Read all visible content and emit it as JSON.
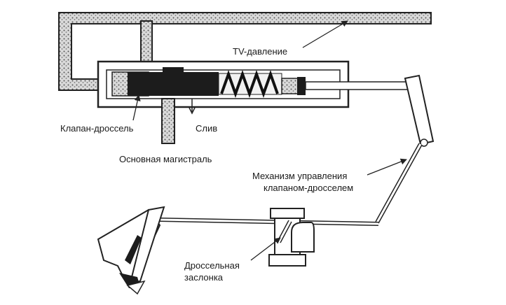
{
  "labels": {
    "tv_pressure": "TV-давление",
    "throttle_valve": "Клапан-дроссель",
    "drain": "Слив",
    "main_line": "Основная магистраль",
    "mechanism_line1": "Механизм управления",
    "mechanism_line2": "клапаном-дросселем",
    "damper_line1": "Дроссельная",
    "damper_line2": "заслонка"
  }
}
